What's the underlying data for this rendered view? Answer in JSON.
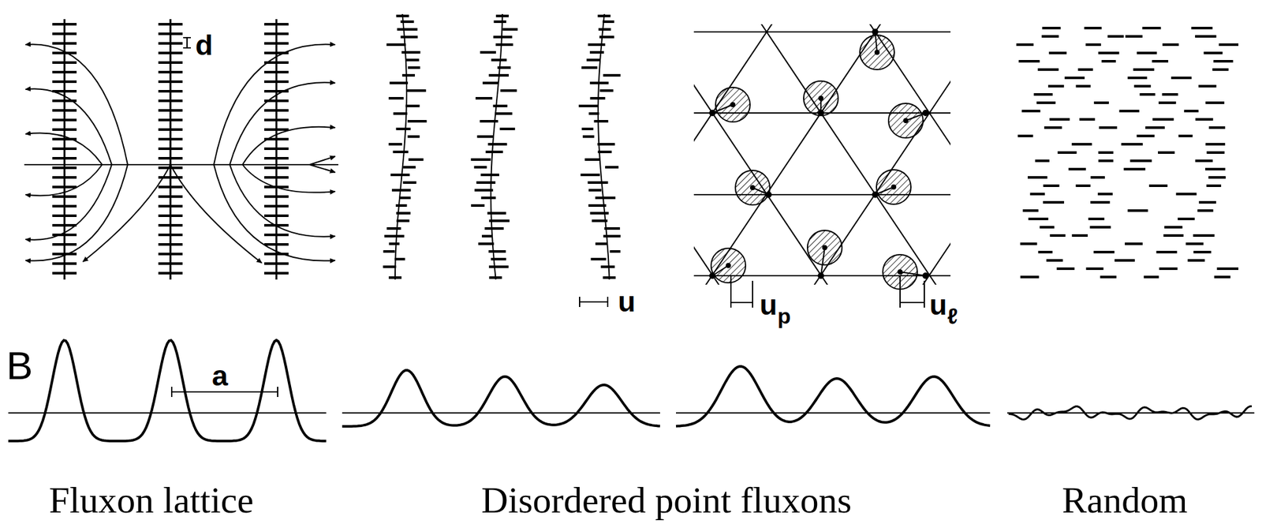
{
  "diagram": {
    "labels": [
      "d",
      "u",
      "u",
      "p",
      "u",
      "ℓ",
      "B",
      "a",
      "Fluxon lattice",
      "Disordered point fluxons",
      "Random"
    ]
  }
}
